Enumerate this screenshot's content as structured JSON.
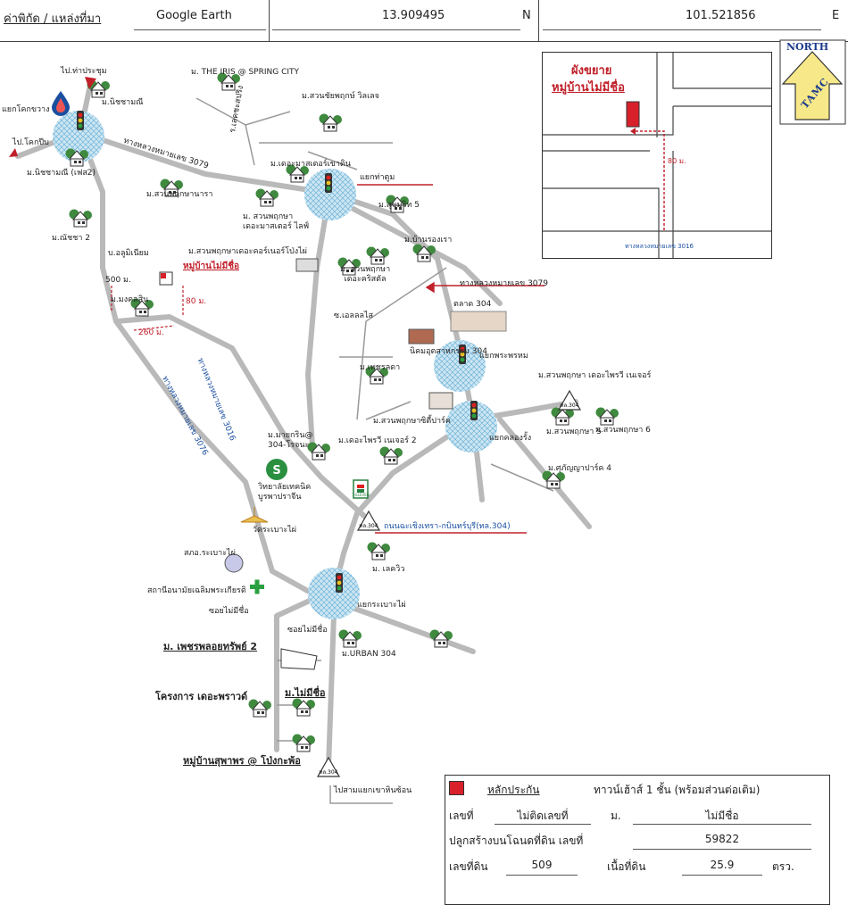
{
  "header": {
    "coord_label": "ค่าพิกัด / แหล่งที่มา",
    "source": "Google Earth",
    "latitude": "13.909495",
    "lat_dir": "N",
    "longitude": "101.521856",
    "lon_dir": "E"
  },
  "north_sign": {
    "title": "NORTH",
    "letters": "TAMC"
  },
  "inset": {
    "title_line1": "ผังขยาย",
    "title_line2": "หมู่บ้านไม่มีชื่อ",
    "distance": "80 ม.",
    "road": "ทางหลวงหมายเลข 3016"
  },
  "map_labels": {
    "to_meeting": "ไป.ท่าประชุม",
    "kok_khwang": "แยกโคกขวาง",
    "to_kok_pip": "ไป.โคกปีบ",
    "nichamani": "ม.นิชชามณี",
    "nichamani2": "ม.นิชชามณี (เฟส2)",
    "the_iris": "ม. THE IRIS @ SPRING CITY",
    "suan_chai": "ม.สวนชัยพฤกษ์ วิลเลจ",
    "soi_lake": "ร.เลคชะสปริง",
    "hwy3079_top": "ทางหลวงหมายเลข 3079",
    "the_master": "ม.เดอะมาสเตอร์เขาดิน",
    "tha_tum": "แยกท่าตูม",
    "suan_naraa": "ม.สวนพฤกษานารา",
    "suan_master_life": "ม. สวนพฤกษา\nเดอะมาสเตอร์ ไลฟ์",
    "sukhumvit5": "ม.สุขุมวิท 5",
    "baan_rong_rao": "ม.บ้านรองเรา",
    "nicha2": "ม.ณัชชา 2",
    "aluminium": "บ.อลูมิเนียม",
    "suan_corner": "ม.สวนพฤกษาเดอะคอร์เนอร์โป่งไผ่",
    "target": "หมู่บ้านไม่มีชื่อ",
    "d500": "500 ม.",
    "d80": "80 ม.",
    "mongkhon": "ม.มงคลสิน",
    "d260": "260 ม.",
    "suan_crystal": "ม. สวนพฤกษา\nเดอะคริสตัล",
    "hwy3079_mid": "ทางหลวงหมายเลข 3079",
    "talad304": "ตลาด 304",
    "soi_elle": "ซ.เอลลลไส",
    "industrial": "นิคมอุตสาหกรรม 304",
    "phra_phrom": "แยกพระพรหม",
    "petch_lada": "ม.เพชรลดา",
    "suan_forest_north": "ม.สวนพฤกษา เดอะไพรวี เนเจอร์",
    "hwy3016": "ทางหลวงหมายเลข 3016",
    "hwy3076": "ทางหลวงหมายเลข 3076",
    "suan_city_park": "ม.สวนพฤกษาซิตี้ปาร์ค",
    "ta304a": "ทล.304",
    "suan5": "ม.สวนพฤกษา 5",
    "suan6": "ม.สวนพฤกษา 6",
    "khlong_rung": "แยกคลองรั้ง",
    "mayarin": "ม.มายกริน@\n304-โรจนะ",
    "privy2": "ม.เดอะไพรวี เนเจอร์ 2",
    "supanya": "ม.ศุภัญญาปาร์ค 4",
    "college": "วิทยาลัยเทคนิค\nบูรพาปราจีน",
    "wat": "วัดระเบาะไผ่",
    "ta304b": "ทล.304",
    "road304": "ถนนฉะเชิงเทรา-กบินทร์บุรี(ทล.304)",
    "police": "สภอ.ระเบาะไผ่",
    "health": "สถานีอนามัยเฉลิมพระเกียรติ",
    "lake_view": "ม. เลควิว",
    "ra_bo_phai": "แยกระเบาะไผ่",
    "soi_noname1": "ซอยไม่มีชื่อ",
    "soi_noname2": "ซอยไม่มีชื่อ",
    "petchpol": "ม. เพชรพลอยทรัพย์ 2",
    "urban304": "ม.URBAN 304",
    "the_private": "โครงการ เดอะพราวด์",
    "mai_mi_chue": "ม.ไม่มีชื่อ",
    "suphaphon": "หมู่บ้านสุพาพร @ โป่งกะพ้อ",
    "ta304c": "ทล.304",
    "to_hin_son": "ไปสามแยกเขาหินซ้อน",
    "seven": "7-ELEVEN",
    "school_mark": "S"
  },
  "legend": {
    "collateral": "หลักประกัน",
    "type": "ทาวน์เฮ้าส์ 1 ชั้น (พร้อมส่วนต่อเติม)",
    "house_no_label": "เลขที่",
    "house_no": "ไม่ติดเลขที่",
    "village_label": "ม.",
    "village": "ไม่มีชื่อ",
    "deed_label": "ปลูกสร้างบนโฉนดที่ดิน เลขที่",
    "deed_no": "59822",
    "land_no_label": "เลขที่ดิน",
    "land_no": "509",
    "area_label": "เนื้อที่ดิน",
    "area": "25.9",
    "area_unit": "ตรว."
  },
  "colors": {
    "road": "#b9b9b9",
    "junction_fill": "#cde6f2",
    "house_green": "#3f8a3f",
    "marker_red": "#d8202a",
    "label_red": "#c0202a",
    "label_blue": "#1a4fa0",
    "north_yellow": "#f7e98a"
  }
}
